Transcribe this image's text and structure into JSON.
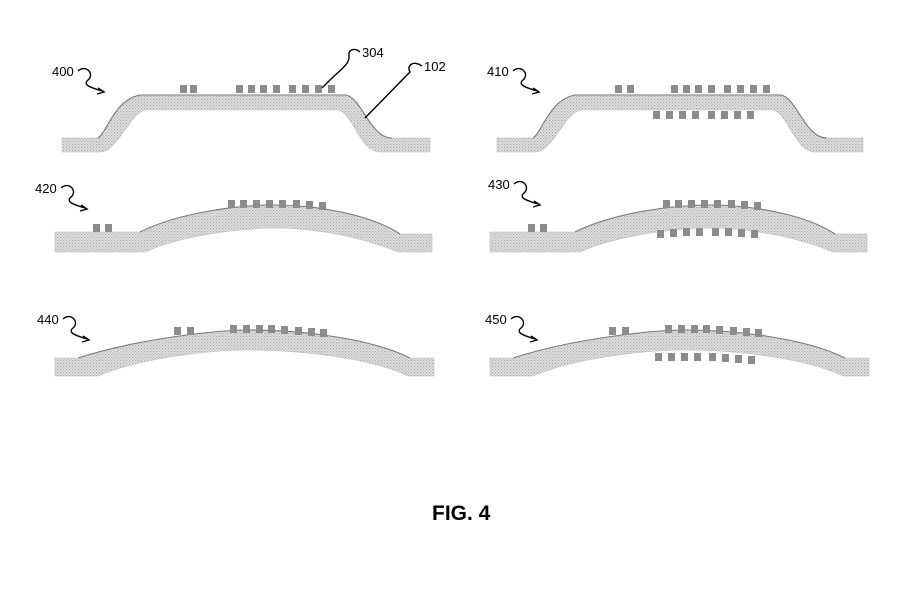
{
  "figure_caption": "FIG. 4",
  "panels": [
    {
      "id": "400",
      "label": "400",
      "shape": "plateau",
      "pads_below": false
    },
    {
      "id": "410",
      "label": "410",
      "shape": "plateau",
      "pads_below": true
    },
    {
      "id": "420",
      "label": "420",
      "shape": "dome",
      "pads_below": false
    },
    {
      "id": "430",
      "label": "430",
      "shape": "dome",
      "pads_below": true
    },
    {
      "id": "440",
      "label": "440",
      "shape": "arc",
      "pads_below": false
    },
    {
      "id": "450",
      "label": "450",
      "shape": "arc",
      "pads_below": true
    }
  ],
  "callouts": [
    {
      "id": "304",
      "label": "304",
      "target": "pads"
    },
    {
      "id": "102",
      "label": "102",
      "target": "substrate"
    }
  ]
}
